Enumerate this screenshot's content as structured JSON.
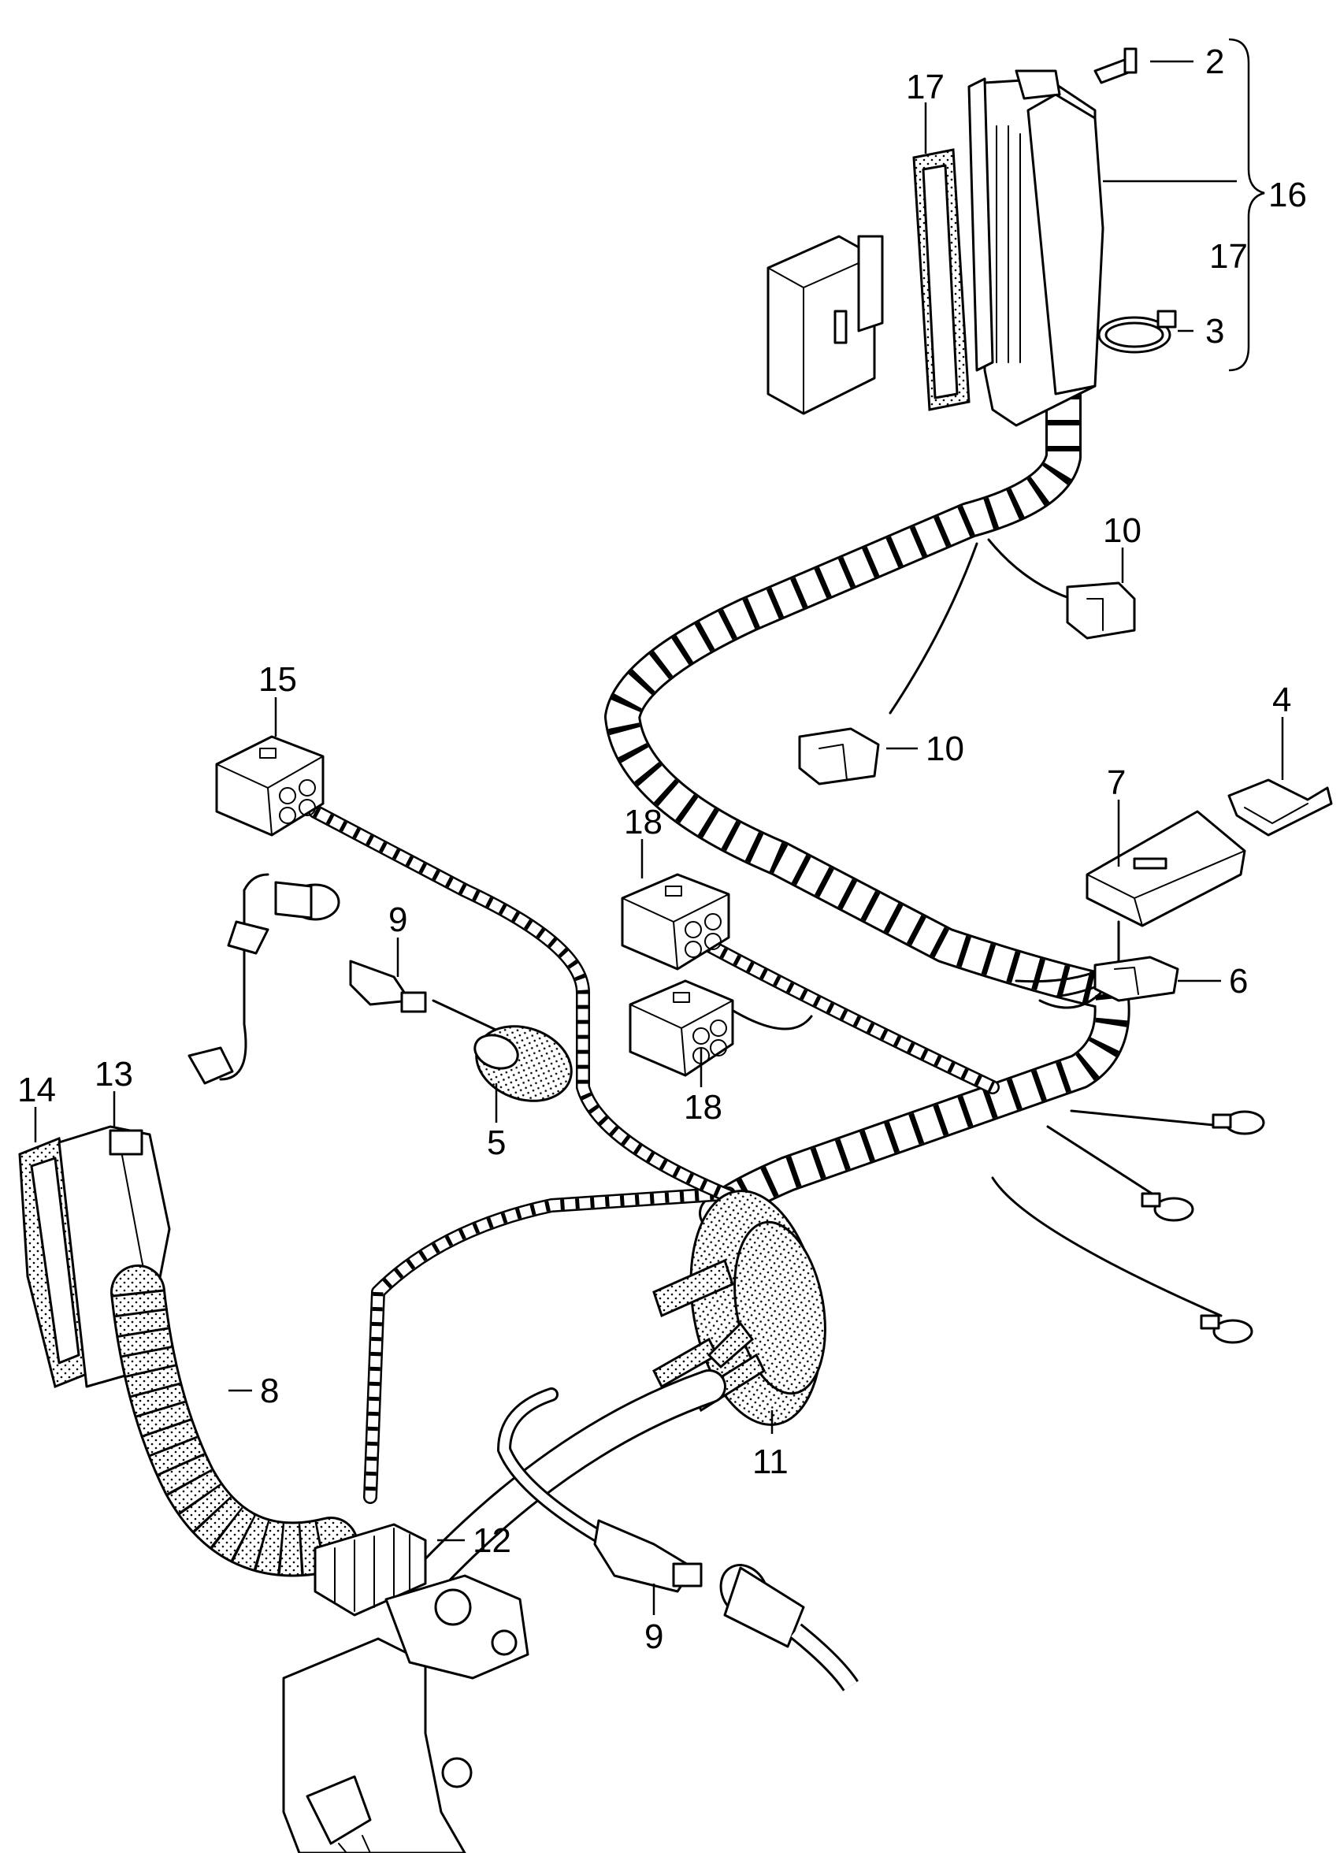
{
  "callouts": [
    {
      "id": "c2",
      "text": "2"
    },
    {
      "id": "c16",
      "text": "16"
    },
    {
      "id": "c17a",
      "text": "17"
    },
    {
      "id": "c17b",
      "text": "17"
    },
    {
      "id": "c3",
      "text": "3"
    },
    {
      "id": "c10a",
      "text": "10"
    },
    {
      "id": "c10b",
      "text": "10"
    },
    {
      "id": "c4",
      "text": "4"
    },
    {
      "id": "c7",
      "text": "7"
    },
    {
      "id": "c6",
      "text": "6"
    },
    {
      "id": "c15",
      "text": "15"
    },
    {
      "id": "c18a",
      "text": "18"
    },
    {
      "id": "c18b",
      "text": "18"
    },
    {
      "id": "c9a",
      "text": "9"
    },
    {
      "id": "c9b",
      "text": "9"
    },
    {
      "id": "c5",
      "text": "5"
    },
    {
      "id": "c13",
      "text": "13"
    },
    {
      "id": "c14",
      "text": "14"
    },
    {
      "id": "c8",
      "text": "8"
    },
    {
      "id": "c11",
      "text": "11"
    },
    {
      "id": "c12",
      "text": "12"
    }
  ]
}
